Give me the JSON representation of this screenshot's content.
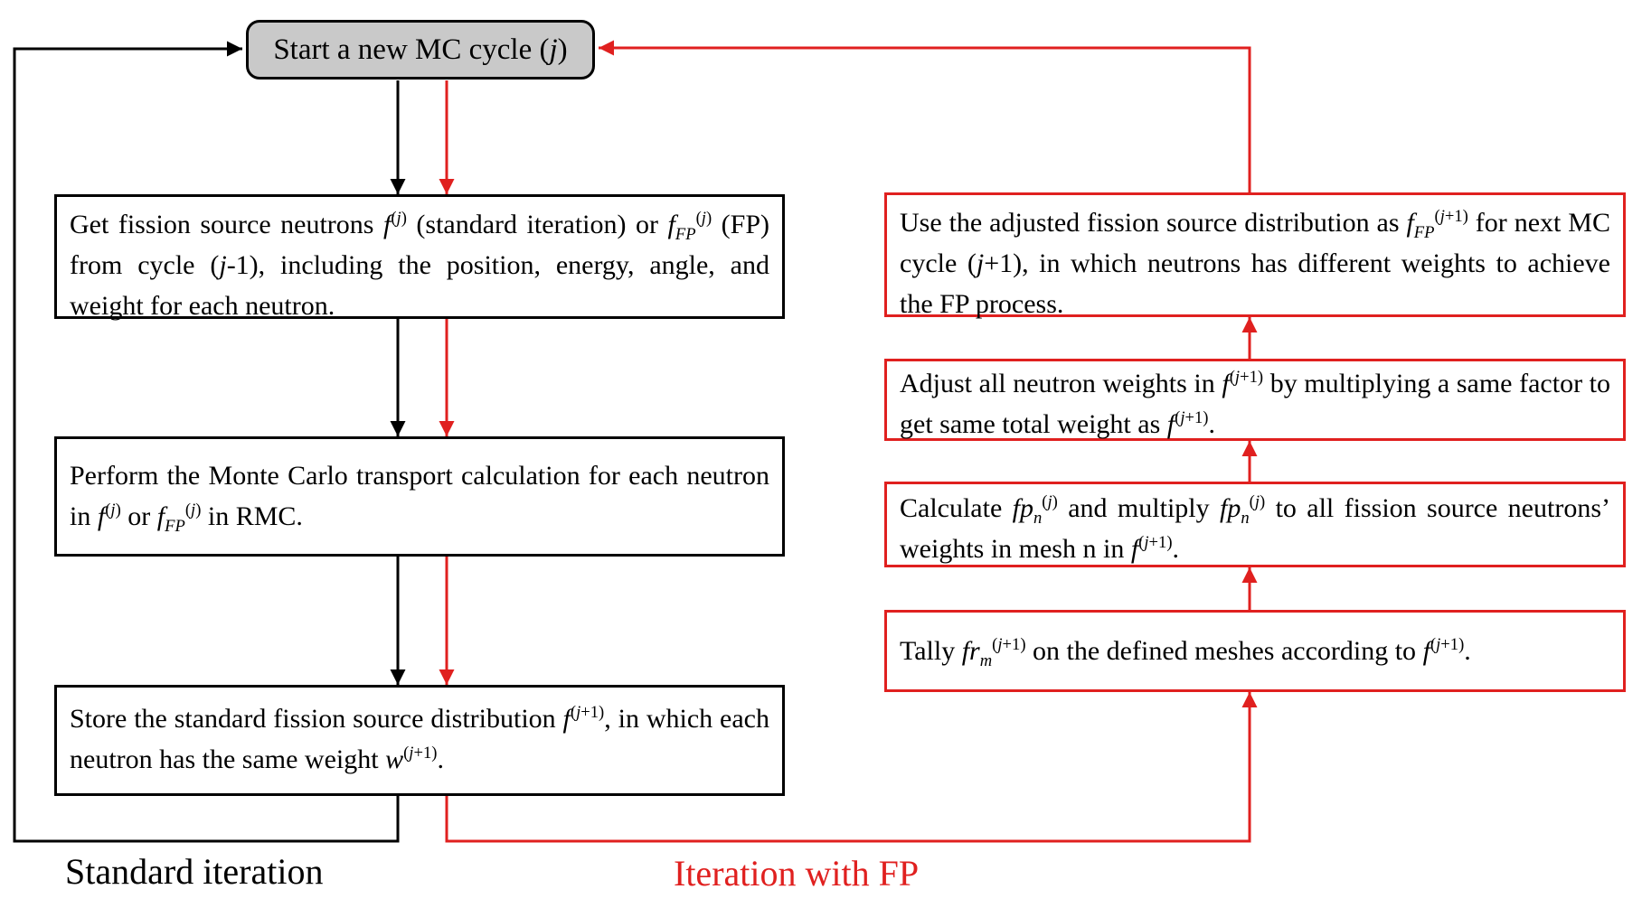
{
  "colors": {
    "red": "#e0201f",
    "black": "#000000",
    "start_box_fill": "#c9c9c9"
  },
  "start_box": {
    "text_html": "Start a new MC cycle (<i>j</i>)"
  },
  "left_column": {
    "label": "Standard iteration",
    "boxes": [
      {
        "id": "get-fission-source",
        "text_html": "Get fission source neutrons <i>f</i><sup>(<i>j</i>)</sup> (standard iteration) or <i>f</i><sub><i>FP</i></sub><sup>(<i>j</i>)</sup> (FP) from cycle (<i>j</i>-1), including the position, energy, angle, and weight for each neutron."
      },
      {
        "id": "perform-transport",
        "text_html": "Perform the Monte Carlo transport calculation for each neutron in <i>f</i><sup>(<i>j</i>)</sup> or <i>f</i><sub><i>FP</i></sub><sup>(<i>j</i>)</sup> in RMC."
      },
      {
        "id": "store-distribution",
        "text_html": "Store the standard fission source distribution <i>f</i><sup>(<i>j</i>+1)</sup>, in which each neutron has the same weight <i>w</i><sup>(<i>j</i>+1)</sup>."
      }
    ]
  },
  "right_column": {
    "label": "Iteration with FP",
    "boxes": [
      {
        "id": "use-adjusted-distribution",
        "text_html": "Use the adjusted fission source distribution as <i>f</i><sub><i>FP</i></sub><sup>(<i>j</i>+1)</sup> for next MC cycle (<i>j</i>+1), in which neutrons has different weights to achieve the FP process."
      },
      {
        "id": "adjust-neutron-weights",
        "text_html": "Adjust all neutron weights in <i>f</i><sup>(<i>j</i>+1)</sup> by multiplying a same factor to get same total weight as <i>f</i><sup>(<i>j</i>+1)</sup>."
      },
      {
        "id": "calculate-fp-factor",
        "text_html": "Calculate <i>fp</i><sub><i>n</i></sub><sup>(<i>j</i>)</sup> and multiply <i>fp</i><sub><i>n</i></sub><sup>(<i>j</i>)</sup> to all fission source neutrons’ weights in mesh n in <i>f</i><sup>(<i>j</i>+1)</sup>."
      },
      {
        "id": "tally-meshes",
        "text_html": "Tally <i>fr</i><sub><i>m</i></sub><sup>(<i>j</i>+1)</sup> on the defined meshes according to <i>f</i><sup>(<i>j</i>+1)</sup>."
      }
    ]
  }
}
